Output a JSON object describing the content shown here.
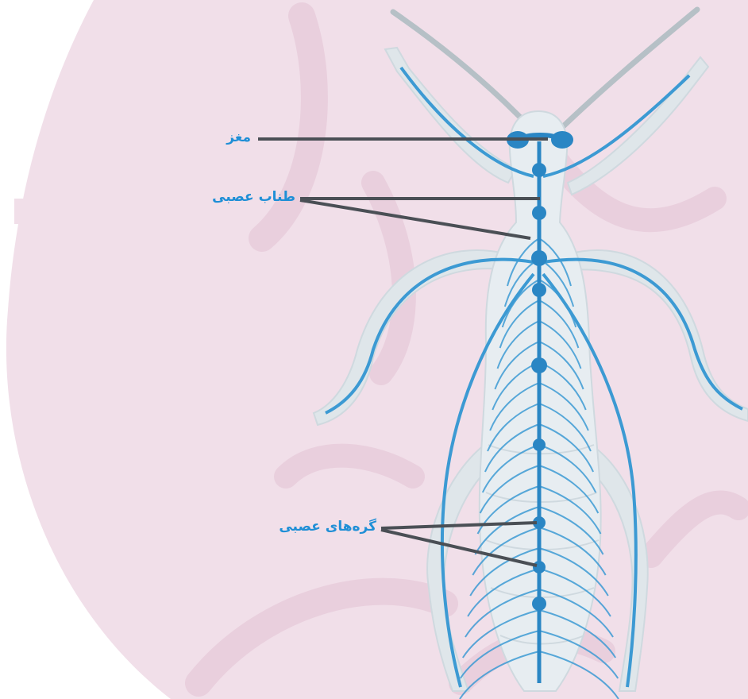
{
  "colors": {
    "watermark": "#f1dfe9",
    "watermark_deep": "#e9cfdd",
    "nerve": "#3c9ad3",
    "nerve_dark": "#2a86c4",
    "body_fill": "#e7edf1",
    "body_outline": "#cfd9df",
    "limb_fill": "#dfe6ea",
    "antenna": "#b6c0c6",
    "leader_line": "#4a4f55",
    "label_text": "#1f8fd6"
  },
  "labels": {
    "brain": "مغز",
    "nerve_cord": "طناب عصبی",
    "ganglia": "گره‌های عصبی"
  }
}
